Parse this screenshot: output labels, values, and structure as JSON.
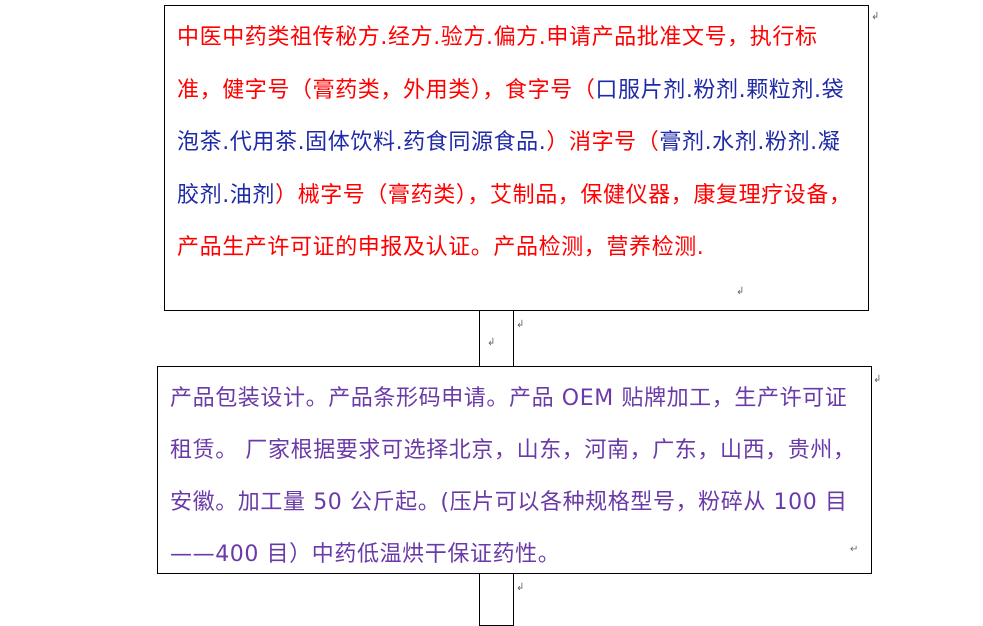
{
  "box1": {
    "segments": [
      {
        "text": "中医中药类祖传秘方.经方.验方.偏方.申请产品批准文号，执行标准，",
        "color": "red"
      },
      {
        "text": "健字号（膏药类，外用类），",
        "color": "red"
      },
      {
        "text": "食字号（",
        "color": "red"
      },
      {
        "text": "口服片剂.粉剂.颗粒剂.袋泡茶.代用茶.固体饮料.药食同源食品.",
        "color": "blue"
      },
      {
        "text": "）消字号（",
        "color": "red"
      },
      {
        "text": "膏剂.水剂.粉剂.凝胶剂.油剂",
        "color": "blue"
      },
      {
        "text": "）械字号（膏药类），艾制品，保健仪器，康复理疗设备，产品生产许可证的申报及认证。产品检测，营养检测.",
        "color": "red"
      }
    ]
  },
  "box2": {
    "text": "产品包装设计。产品条形码申请。产品 OEM 贴牌加工，生产许可证租赁。 厂家根据要求可选择北京，山东，河南，广东，山西，贵州，安徽。加工量 50 公斤起。(压片可以各种规格型号，粉碎从 100 目——400 目）中药低温烘干保证药性。"
  },
  "marks": {
    "paragraph_mark": "↵",
    "return_mark": "↲"
  },
  "colors": {
    "red": "#ff0000",
    "blue": "#1f2aa8",
    "purple": "#6a3aa8"
  }
}
